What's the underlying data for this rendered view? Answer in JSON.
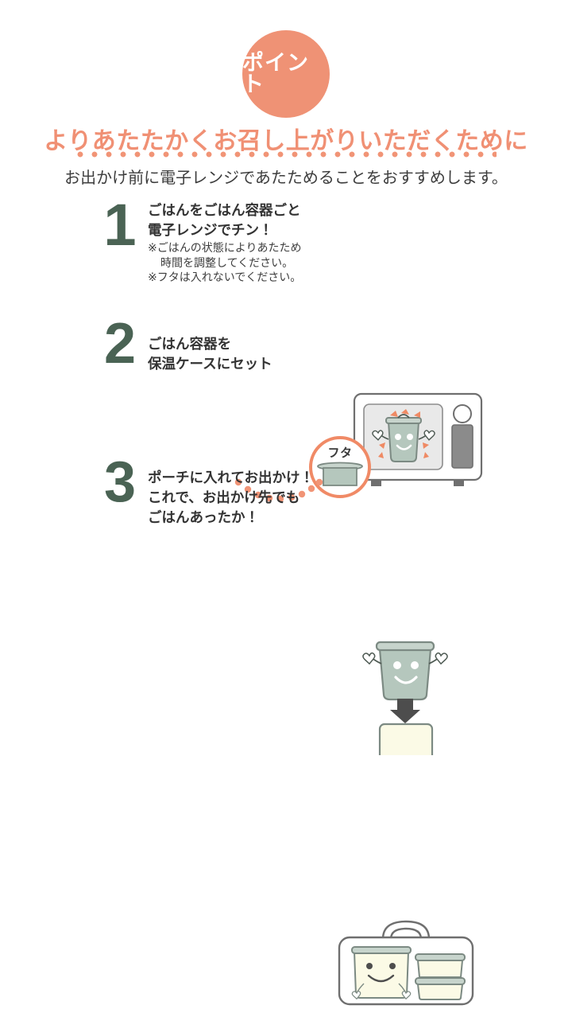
{
  "badge": {
    "label": "ポイント",
    "color": "#ef9275"
  },
  "heading": {
    "text": "よりあたたかくお召し上がりいただくために",
    "color": "#f09074"
  },
  "subheading": {
    "text": "お出かけ前に電子レンジであたためることをおすすめします。"
  },
  "divider": {
    "color": "#f19476",
    "style": "dotted"
  },
  "steps": [
    {
      "number": "1",
      "number_color": "#4a6354",
      "lines": [
        "ごはんをごはん容器ごと",
        "電子レンジでチン！"
      ],
      "notes": [
        "※ごはんの状態によりあたため",
        "時間を調整してください。",
        "※フタは入れないでください。"
      ],
      "illustration": "microwave-with-smiling-container"
    },
    {
      "number": "2",
      "number_color": "#4a6354",
      "lines": [
        "ごはん容器を",
        "保温ケースにセット"
      ],
      "notes": [],
      "illustration": "container-into-thermal-case"
    },
    {
      "number": "3",
      "number_color": "#4a6354",
      "lines": [
        "ポーチに入れてお出かけ！",
        "これで、お出かけ先でも",
        "ごはんあったか！"
      ],
      "notes": [],
      "illustration": "pouch-with-containers"
    }
  ],
  "lid_callout": {
    "label": "フタ",
    "ring_color": "#f08a66"
  },
  "palette": {
    "background": "#ffffff",
    "coral": "#f09074",
    "coral_deep": "#ef8a64",
    "green_dark": "#4a6354",
    "sage": "#b5c7bd",
    "sage_outline": "#7c8a83",
    "cream": "#fbfae6",
    "outline_gray": "#6f6f6f",
    "panel_gray": "#e8e8e8"
  }
}
